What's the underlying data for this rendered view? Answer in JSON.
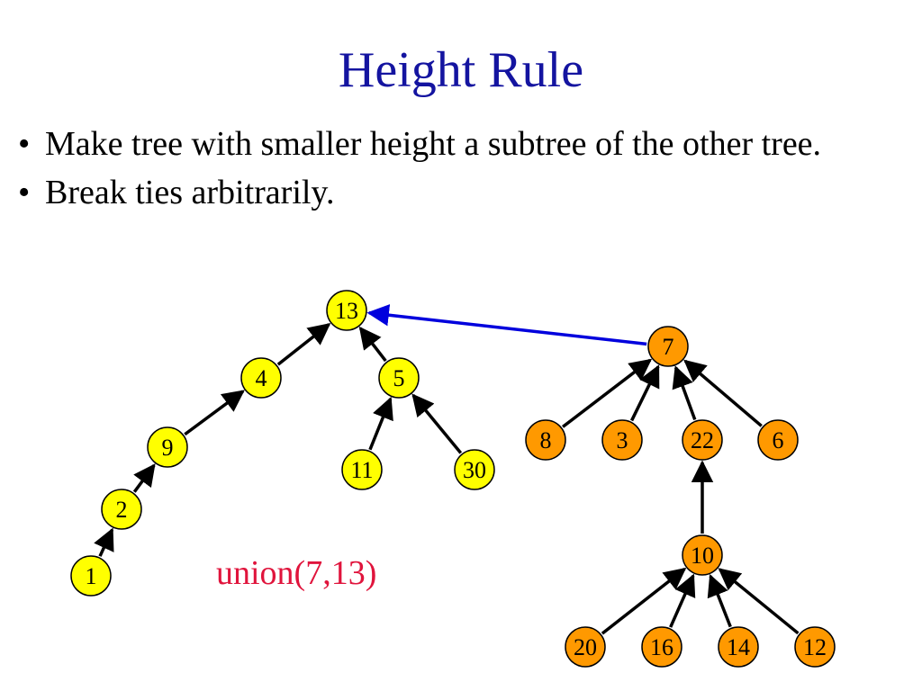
{
  "slide": {
    "title": "Height Rule",
    "bullets": [
      "Make tree with smaller height a subtree of the other tree.",
      "Break ties arbitrarily."
    ],
    "caption": "union(7,13)"
  },
  "colors": {
    "title": "#1414a0",
    "caption": "#e0143c",
    "tree_left_fill": "#ffff00",
    "tree_right_fill": "#ff9900",
    "union_arrow": "#0000dd",
    "edge": "#000000"
  },
  "diagram": {
    "nodes": [
      {
        "id": "n13",
        "label": "13",
        "tree": "left"
      },
      {
        "id": "n4",
        "label": "4",
        "tree": "left"
      },
      {
        "id": "n5",
        "label": "5",
        "tree": "left"
      },
      {
        "id": "n9",
        "label": "9",
        "tree": "left"
      },
      {
        "id": "n2",
        "label": "2",
        "tree": "left"
      },
      {
        "id": "n1",
        "label": "1",
        "tree": "left"
      },
      {
        "id": "n11",
        "label": "11",
        "tree": "left"
      },
      {
        "id": "n30",
        "label": "30",
        "tree": "left"
      },
      {
        "id": "n7",
        "label": "7",
        "tree": "right"
      },
      {
        "id": "n8",
        "label": "8",
        "tree": "right"
      },
      {
        "id": "n3",
        "label": "3",
        "tree": "right"
      },
      {
        "id": "n22",
        "label": "22",
        "tree": "right"
      },
      {
        "id": "n6",
        "label": "6",
        "tree": "right"
      },
      {
        "id": "n10",
        "label": "10",
        "tree": "right"
      },
      {
        "id": "n20",
        "label": "20",
        "tree": "right"
      },
      {
        "id": "n16",
        "label": "16",
        "tree": "right"
      },
      {
        "id": "n14",
        "label": "14",
        "tree": "right"
      },
      {
        "id": "n12",
        "label": "12",
        "tree": "right"
      }
    ],
    "edges": [
      {
        "from": "n4",
        "to": "n13"
      },
      {
        "from": "n5",
        "to": "n13"
      },
      {
        "from": "n9",
        "to": "n4"
      },
      {
        "from": "n2",
        "to": "n9"
      },
      {
        "from": "n1",
        "to": "n2"
      },
      {
        "from": "n11",
        "to": "n5"
      },
      {
        "from": "n30",
        "to": "n5"
      },
      {
        "from": "n8",
        "to": "n7"
      },
      {
        "from": "n3",
        "to": "n7"
      },
      {
        "from": "n22",
        "to": "n7"
      },
      {
        "from": "n6",
        "to": "n7"
      },
      {
        "from": "n10",
        "to": "n22"
      },
      {
        "from": "n20",
        "to": "n10"
      },
      {
        "from": "n16",
        "to": "n10"
      },
      {
        "from": "n14",
        "to": "n10"
      },
      {
        "from": "n12",
        "to": "n10"
      },
      {
        "from": "n7",
        "to": "n13",
        "kind": "union"
      }
    ]
  }
}
